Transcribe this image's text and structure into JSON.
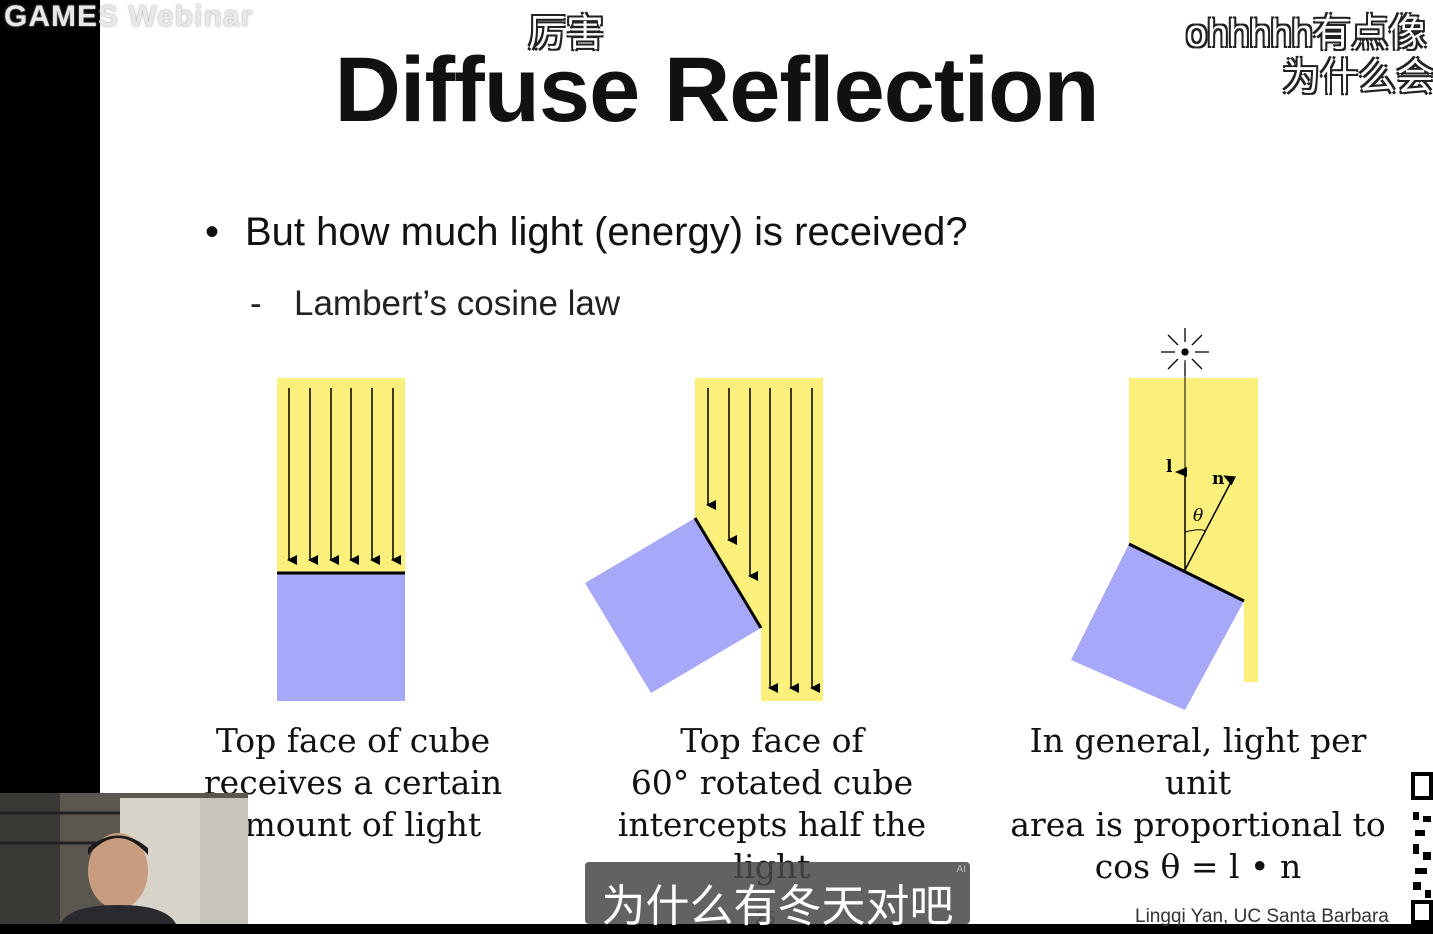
{
  "header": {
    "logo_text": "GAMES Webinar"
  },
  "slide": {
    "title": "Diffuse Reflection",
    "bullet": "But how much light (energy) is received?",
    "bullet_marker": "•",
    "sub_bullet": "Lambert’s cosine law",
    "sub_bullet_marker": "-",
    "captions": [
      {
        "line1": "Top face of cube",
        "line2": "receives a certain",
        "line3": "amount of light"
      },
      {
        "line1": "Top face of",
        "line2": "60° rotated cube",
        "line3": "intercepts half the light"
      },
      {
        "line1": "In general, light per unit",
        "line2": "area is proportional to",
        "line3": "cos θ = l • n"
      }
    ],
    "diagram_labels": {
      "light": "l",
      "normal": "n",
      "angle": "θ"
    },
    "page_number": "25",
    "footer": "Lingqi Yan, UC Santa Barbara"
  },
  "danmaku": [
    "厉害",
    "ohhhhh有点像",
    "为什么会"
  ],
  "subtitle": {
    "text": "为什么有冬天对吧",
    "ai_badge": "AI"
  },
  "colors": {
    "light_yellow": "#fbf07c",
    "cube_blue": "#a7a9f8",
    "slide_bg": "#ffffff",
    "subtitle_bg": "#464646"
  },
  "icons": [
    "sun-icon",
    "qr-code-icon"
  ]
}
